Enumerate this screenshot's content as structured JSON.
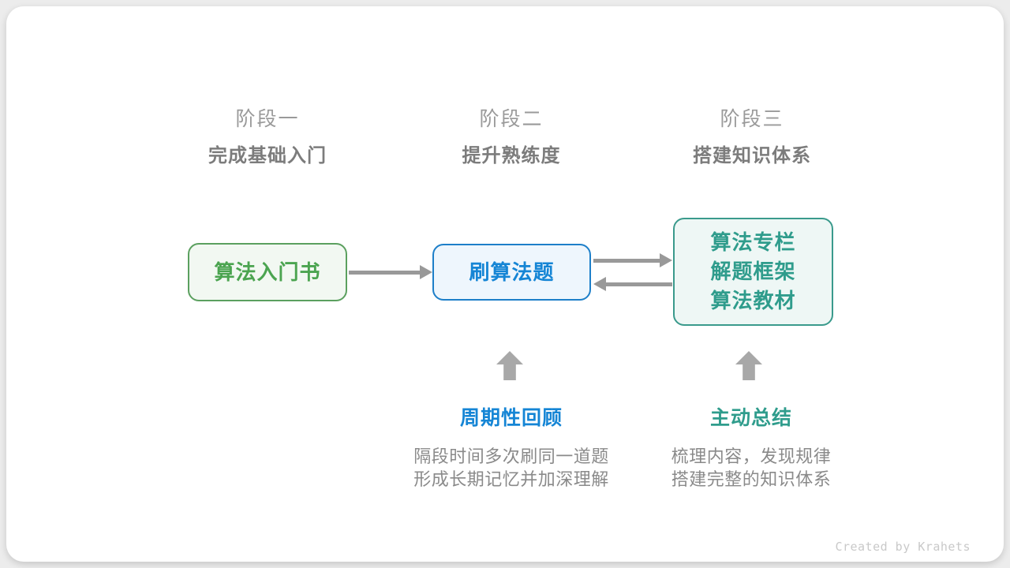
{
  "stages": [
    {
      "label": "阶段一",
      "subtitle": "完成基础入门"
    },
    {
      "label": "阶段二",
      "subtitle": "提升熟练度"
    },
    {
      "label": "阶段三",
      "subtitle": "搭建知识体系"
    }
  ],
  "nodes": [
    {
      "title": "算法入门书",
      "theme": "green"
    },
    {
      "title": "刷算法题",
      "theme": "blue"
    },
    {
      "lines": [
        "算法专栏",
        "解题框架",
        "算法教材"
      ],
      "theme": "teal"
    }
  ],
  "annotations": [
    {
      "title": "周期性回顾",
      "desc_lines": [
        "隔段时间多次刷同一道题",
        "形成长期记忆并加深理解"
      ]
    },
    {
      "title": "主动总结",
      "desc_lines": [
        "梳理内容，发现规律",
        "搭建完整的知识体系"
      ]
    }
  ],
  "footer": {
    "credit": "Created by Krahets"
  },
  "colors": {
    "page_background": "#ececec",
    "card_background": "#ffffff",
    "green_border": "#5ba05f",
    "green_background": "#f2f8f2",
    "green_text": "#4ba450",
    "blue_border": "#1d7fc9",
    "blue_background": "#eef6fd",
    "blue_text": "#1585d5",
    "teal_border": "#3a9a8c",
    "teal_background": "#eef7f5",
    "teal_text": "#2f9c8c",
    "arrow": "#999999",
    "block_arrow": "#a8a8a8",
    "stage_label_text": "#9a9a9a",
    "stage_subtitle_text": "#7c7c7c",
    "description_text": "#8a8a8a",
    "credit_text": "#c9c9c9"
  }
}
